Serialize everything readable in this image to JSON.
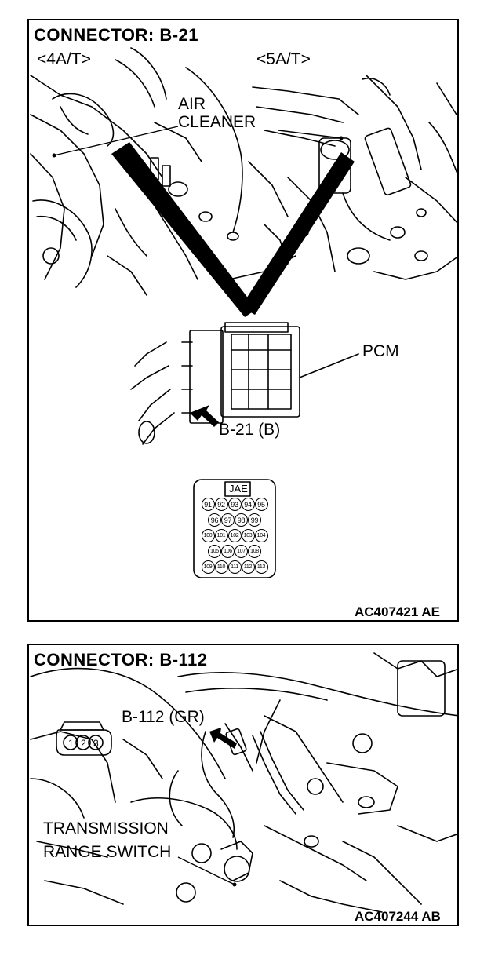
{
  "panel1": {
    "title": "CONNECTOR: B-21",
    "variant_left": "<4A/T>",
    "variant_right": "<5A/T>",
    "air_cleaner_line1": "AIR",
    "air_cleaner_line2": "CLEANER",
    "pcm_label": "PCM",
    "connector_label": "B-21 (B)",
    "jae_label": "JAE",
    "pins_row1": [
      "91",
      "92",
      "93",
      "94",
      "95"
    ],
    "pins_row2": [
      "96",
      "97",
      "98",
      "99"
    ],
    "pins_row3": [
      "100",
      "101",
      "102",
      "103",
      "104"
    ],
    "pins_row4": [
      "105",
      "106",
      "107",
      "108"
    ],
    "pins_row5": [
      "109",
      "110",
      "111",
      "112",
      "113"
    ],
    "figure_code": "AC407421 AE"
  },
  "panel2": {
    "title": "CONNECTOR: B-112",
    "connector_label": "B-112 (GR)",
    "pins": [
      "1",
      "2",
      "3"
    ],
    "switch_line1": "TRANSMISSION",
    "switch_line2": "RANGE SWITCH",
    "figure_code": "AC407244 AB"
  }
}
